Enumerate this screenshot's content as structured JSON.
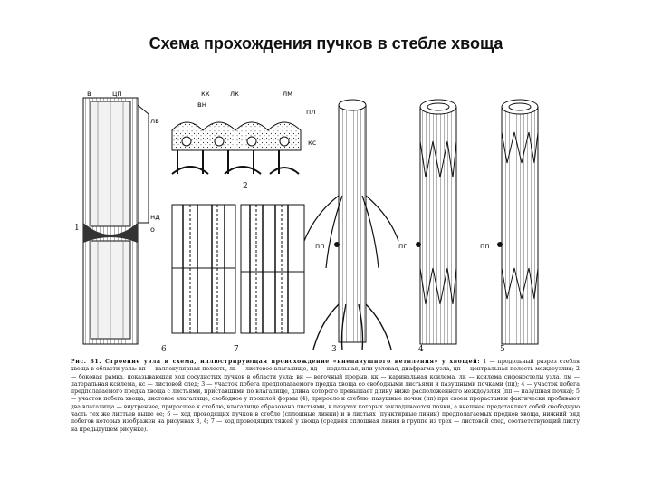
{
  "title": "Схема прохождения пучков в стебле хвоща",
  "labels": {
    "v": "в",
    "cp": "цп",
    "lv": "лв",
    "kk": "кк",
    "vn": "вн",
    "lk": "лк",
    "lm": "лм",
    "pl": "пл",
    "ks": "кс",
    "nd": "нд",
    "o": "о",
    "one": "1",
    "two": "2",
    "three": "3",
    "four": "4",
    "five": "5",
    "six": "6",
    "seven": "7",
    "pp1": "пп",
    "pp2": "пп",
    "pp3": "пп"
  },
  "caption": {
    "head": "Рис. 81. Строение узла и схема, иллюстрирующая происхождение «внепазушного ветвления» у хвощей:",
    "body": "1 — продольный разрез стебля хвоща в области узла: вп — валлекулярная полость, лв — листовое влагалище, нд — нодальная, или узловая, диафрагма узла, цп — центральная полость междоузлия; 2 — боковая рамка, показывающая ход сосудистых пучков в области узла: вн — вeточный прорыв, кк — каринальная ксилема, лк — ксилема сифоностелы узла, лм — латеральная ксилема, кс — листовой след; 3 — участок побега предполагаемого предка хвоща со свободными листьями и пазушными почками (пп); 4 — участок побега предполагаемого предка хвоща с листьями, приставшими по влагалище, длина которого превышает длину ниже расположенного междоузлия (пп — пазушная почка); 5 — участок побега хвоща; листовое влагалище, свободное у прошлой формы (4), приросло к стеблю, пазушные почки (пп) при своем прорастании фактически пробивают два влагалища — внутреннее, приросшее к стеблю, влагалище образовано листьями, в пазухах которых закладываются почки, а внешнее представляет собой свободную часть тех же листьев выше ее; 6 — ход проводящих пучков в стебле (сплошные линии) и в листьях (пунктирные линии) предполагаемых предков хвоща, нижний ряд побегов которых изображен на рисунках 3, 4; 7 — ход проводящих тяжей у хвоща (средняя сплошная линия в группе из трех — листовой след, соответствующий листу на предыдущем рисунке)."
  }
}
